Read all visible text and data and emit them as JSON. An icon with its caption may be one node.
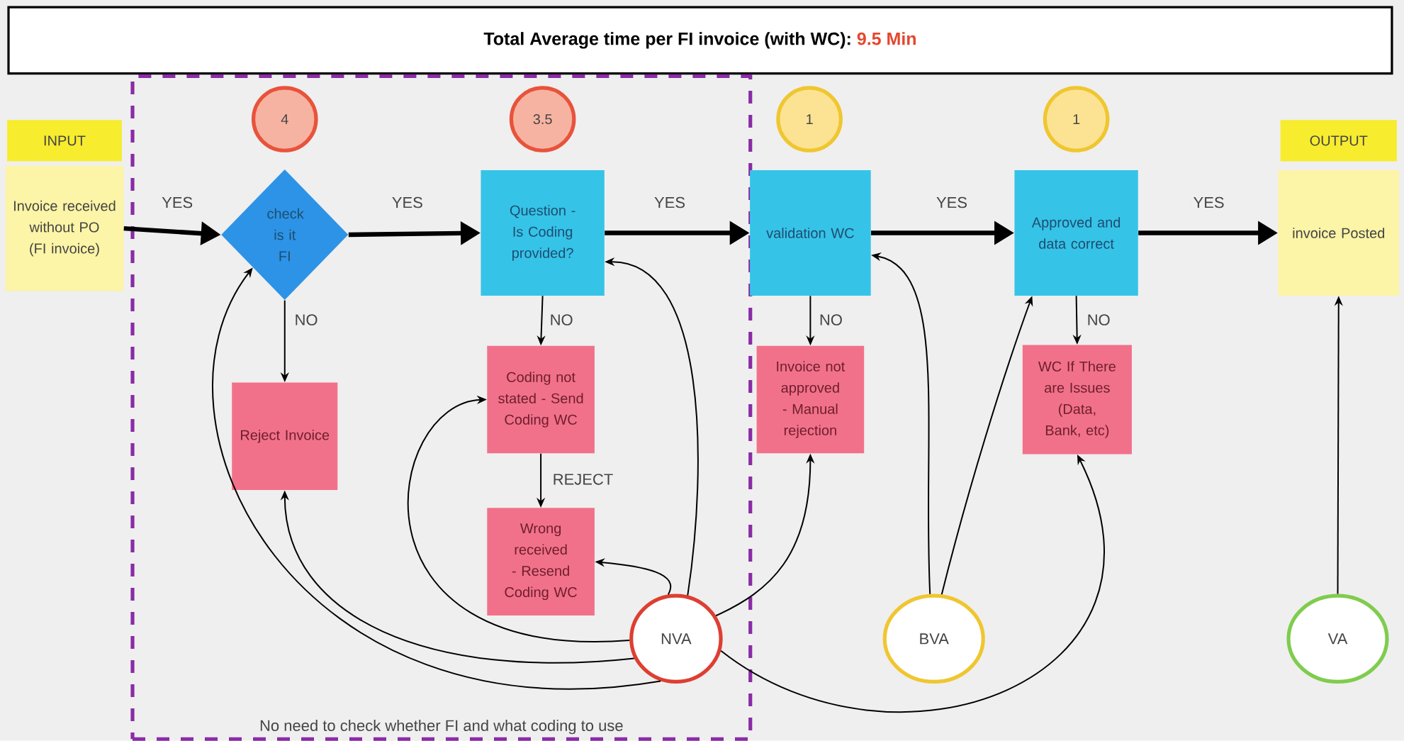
{
  "diagram": {
    "nodes": [
      {
        "text": [
          "Total Average time per FI invoice (with WC):",
          "9.5 Min"
        ]
      },
      {
        "text": [
          "No need to check whether FI and what coding to use"
        ]
      },
      {
        "text": [
          "INPUT"
        ]
      },
      {
        "text": [
          "Invoice received without PO (FI invoice)"
        ]
      },
      {
        "text": [
          "4"
        ],
        "in": 1
      },
      {
        "text": [
          "3.5"
        ],
        "in": 1
      },
      {
        "text": [
          "1"
        ]
      },
      {
        "text": [
          "1"
        ]
      },
      {
        "text": [
          "OUTPUT"
        ]
      },
      {
        "text": [
          "check is it FI"
        ],
        "in": 1
      },
      {
        "text": [
          "Question - Is Coding provided?"
        ],
        "in": 1
      },
      {
        "text": [
          "validation WC"
        ]
      },
      {
        "text": [
          "Approved and data correct"
        ]
      },
      {
        "text": [
          "invoice Posted"
        ]
      },
      {
        "text": [
          "Reject Invoice"
        ],
        "in": 1
      },
      {
        "text": [
          "Coding not stated - Send Coding WC"
        ],
        "in": 1
      },
      {
        "text": [
          "Invoice not approved - Manual rejection"
        ]
      },
      {
        "text": [
          "WC If There are Issues (Data, Bank, etc)"
        ]
      },
      {
        "text": [
          "Wrong received - Resend Coding WC"
        ],
        "in": 1
      },
      {
        "text": [
          "NVA"
        ],
        "in": 1
      },
      {
        "text": [
          "BVA"
        ]
      },
      {
        "text": [
          "VA"
        ]
      }
    ],
    "edges": [
      {
        "from": 3,
        "to": 9,
        "arrow": "to",
        "label": "YES",
        "style": "thick"
      },
      {
        "from": 9,
        "to": 10,
        "arrow": "to",
        "label": "YES",
        "style": "thick"
      },
      {
        "from": 10,
        "to": 11,
        "arrow": "to",
        "label": "YES",
        "style": "thick"
      },
      {
        "from": 11,
        "to": 12,
        "arrow": "to",
        "label": "YES",
        "style": "thick"
      },
      {
        "from": 12,
        "to": 13,
        "arrow": "to",
        "label": "YES",
        "style": "thick"
      },
      {
        "from": 9,
        "to": 14,
        "arrow": "to",
        "label": "NO"
      },
      {
        "from": 10,
        "to": 15,
        "arrow": "to",
        "label": "NO"
      },
      {
        "from": 15,
        "to": 18,
        "arrow": "to",
        "label": "REJECT"
      },
      {
        "from": 11,
        "to": 16,
        "arrow": "to",
        "label": "NO"
      },
      {
        "from": 12,
        "to": 17,
        "arrow": "to",
        "label": "NO"
      },
      {
        "from": 19,
        "to": 9,
        "arrow": "to"
      },
      {
        "from": 19,
        "to": 14,
        "arrow": "to"
      },
      {
        "from": 19,
        "to": 15,
        "arrow": "to"
      },
      {
        "from": 19,
        "to": 18,
        "arrow": "to"
      },
      {
        "from": 19,
        "to": 10,
        "arrow": "to"
      },
      {
        "from": 19,
        "to": 16,
        "arrow": "to"
      },
      {
        "from": 19,
        "to": 17,
        "arrow": "to"
      },
      {
        "from": 20,
        "to": 11,
        "arrow": "to"
      },
      {
        "from": 20,
        "to": 12,
        "arrow": "to"
      },
      {
        "from": 21,
        "to": 13,
        "arrow": "to"
      }
    ]
  }
}
